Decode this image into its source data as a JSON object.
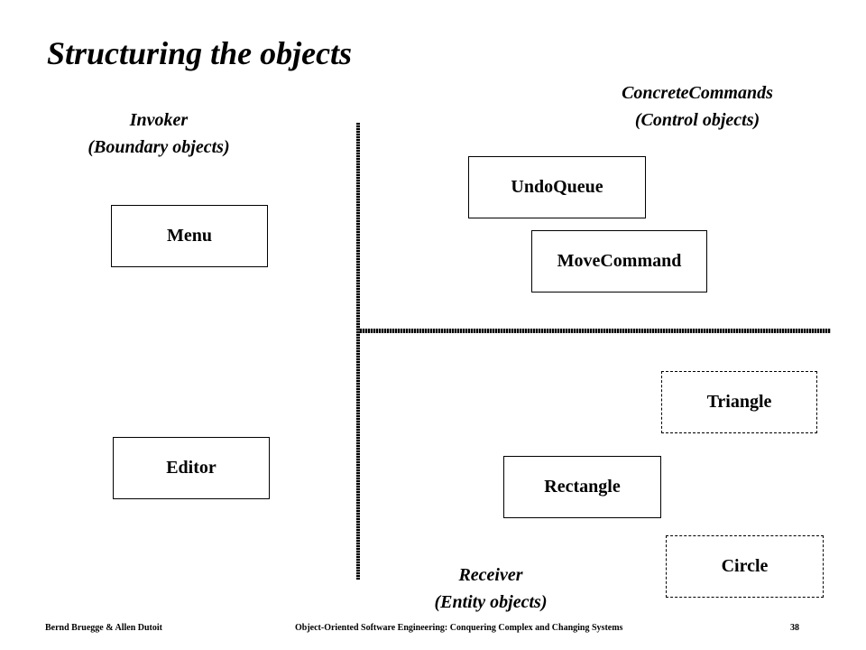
{
  "title": "Structuring the objects",
  "captions": {
    "invoker_line1": "Invoker",
    "invoker_line2": "(Boundary objects)",
    "commands_line1": "ConcreteCommands",
    "commands_line2": "(Control objects)",
    "receiver_line1": "Receiver",
    "receiver_line2": "(Entity objects)"
  },
  "objects": {
    "menu": "Menu",
    "editor": "Editor",
    "undo_queue": "UndoQueue",
    "move_command": "MoveCommand",
    "triangle": "Triangle",
    "rectangle": "Rectangle",
    "circle": "Circle"
  },
  "footer": {
    "authors": "Bernd Bruegge & Allen Dutoit",
    "book": "Object-Oriented Software Engineering: Conquering Complex and Changing Systems",
    "page": "38"
  }
}
